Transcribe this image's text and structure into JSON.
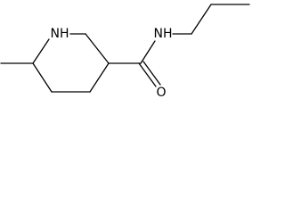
{
  "structure": {
    "labels": {
      "ring_nitrogen": "NH",
      "amide_nitrogen": "NH",
      "carbonyl_oxygen": "O"
    }
  },
  "colors": {
    "bond": "#000000",
    "text": "#000000",
    "background": "#ffffff"
  }
}
